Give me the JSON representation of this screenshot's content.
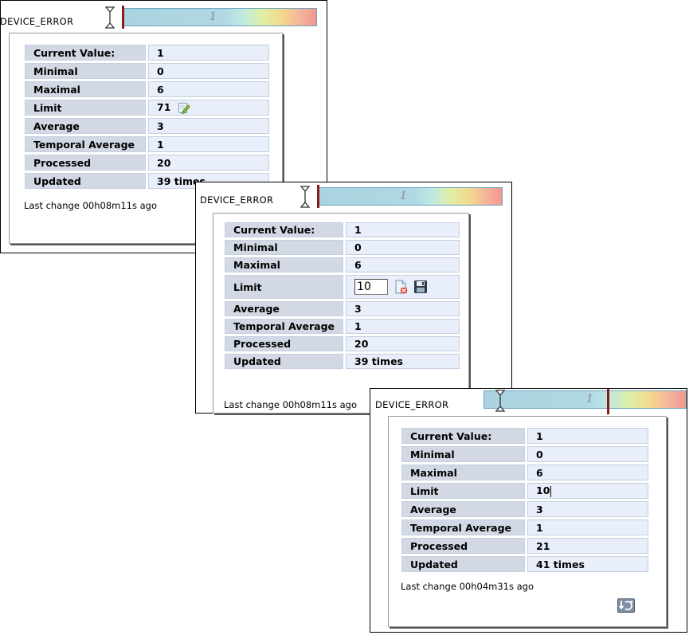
{
  "panels": [
    {
      "title": "DEVICE_ERROR",
      "gauge_value": "1",
      "rows": [
        {
          "label": "Current Value:",
          "value": "1"
        },
        {
          "label": "Minimal",
          "value": "0"
        },
        {
          "label": "Maximal",
          "value": "6"
        },
        {
          "label": "Limit",
          "value": "71"
        },
        {
          "label": "Average",
          "value": "3"
        },
        {
          "label": "Temporal Average",
          "value": "1"
        },
        {
          "label": "Processed",
          "value": "20"
        },
        {
          "label": "Updated",
          "value": "39 times"
        }
      ],
      "last_change": "Last change 00h08m11s ago"
    },
    {
      "title": "DEVICE_ERROR",
      "gauge_value": "1",
      "rows": [
        {
          "label": "Current Value:",
          "value": "1"
        },
        {
          "label": "Minimal",
          "value": "0"
        },
        {
          "label": "Maximal",
          "value": "6"
        },
        {
          "label": "Limit",
          "value": "10"
        },
        {
          "label": "Average",
          "value": "3"
        },
        {
          "label": "Temporal Average",
          "value": "1"
        },
        {
          "label": "Processed",
          "value": "20"
        },
        {
          "label": "Updated",
          "value": "39 times"
        }
      ],
      "last_change": "Last change 00h08m11s ago"
    },
    {
      "title": "DEVICE_ERROR",
      "gauge_value": "1",
      "rows": [
        {
          "label": "Current Value:",
          "value": "1"
        },
        {
          "label": "Minimal",
          "value": "0"
        },
        {
          "label": "Maximal",
          "value": "6"
        },
        {
          "label": "Limit",
          "value": "10"
        },
        {
          "label": "Average",
          "value": "3"
        },
        {
          "label": "Temporal Average",
          "value": "1"
        },
        {
          "label": "Processed",
          "value": "21"
        },
        {
          "label": "Updated",
          "value": "41 times"
        }
      ],
      "last_change": "Last change 00h04m31s ago"
    }
  ],
  "icons": {
    "edit": "edit-icon",
    "cancel": "cancel-icon",
    "save": "save-icon",
    "refresh": "refresh-icon",
    "gauge_handle": "gauge-handle-icon"
  },
  "colors": {
    "marker": "#8b1a1a",
    "label_bg": "#d2d9e5",
    "value_bg": "#e8eefa"
  }
}
